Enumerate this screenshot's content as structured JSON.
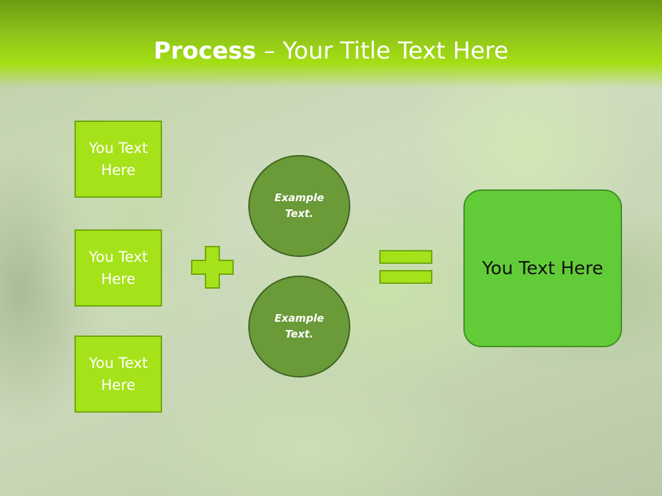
{
  "slide": {
    "title_bold": "Process",
    "title_rest": " – Your Title Text Here"
  },
  "inputs": [
    {
      "label": "You Text Here"
    },
    {
      "label": "You Text Here"
    },
    {
      "label": "You Text Here"
    }
  ],
  "operators": {
    "plus_icon": "plus-sign",
    "equals_icon": "equals-sign"
  },
  "examples": [
    {
      "label": "Example Text."
    },
    {
      "label": "Example Text."
    }
  ],
  "result": {
    "label": "You Text Here"
  },
  "colors": {
    "header": "#a4df14",
    "box_fill": "#a6e21a",
    "circle_fill": "#6b9a39",
    "result_fill": "#62cc38"
  }
}
